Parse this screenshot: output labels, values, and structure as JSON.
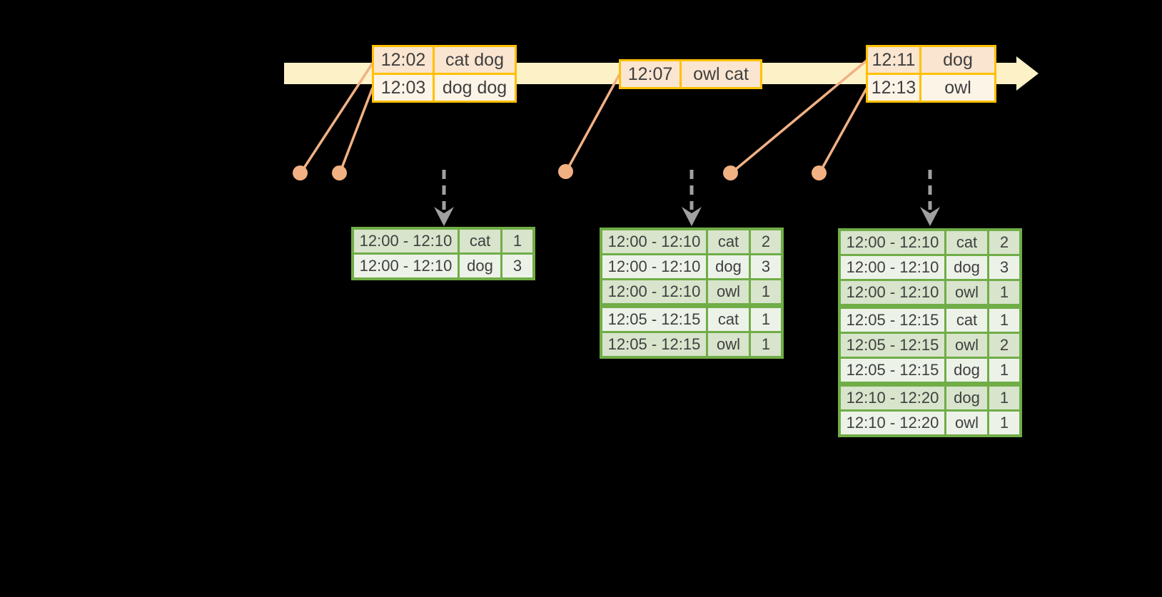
{
  "colors": {
    "background": "#000000",
    "timeline_fill": "#FDF1C8",
    "event_table_border": "#FFC000",
    "event_row_dark": "#FAE5D0",
    "event_row_light": "#FDF4E8",
    "event_marker_orange": "#F2B183",
    "result_table_border": "#70AD47",
    "result_row_dark": "#D8E4CC",
    "result_row_light": "#EDF2E9",
    "trigger_arrow_gray": "#A0A0A0",
    "text": "#3F3F3F"
  },
  "event_tables": [
    {
      "rows": [
        {
          "time": "12:02",
          "words": "cat dog"
        },
        {
          "time": "12:03",
          "words": "dog dog"
        }
      ]
    },
    {
      "rows": [
        {
          "time": "12:07",
          "words": "owl cat"
        }
      ]
    },
    {
      "rows": [
        {
          "time": "12:11",
          "words": "dog"
        },
        {
          "time": "12:13",
          "words": "owl"
        }
      ]
    }
  ],
  "result_tables": [
    {
      "rows": [
        {
          "window": "12:00 - 12:10",
          "word": "cat",
          "count": "1"
        },
        {
          "window": "12:00 - 12:10",
          "word": "dog",
          "count": "3"
        }
      ]
    },
    {
      "rows": [
        {
          "window": "12:00 - 12:10",
          "word": "cat",
          "count": "2"
        },
        {
          "window": "12:00 - 12:10",
          "word": "dog",
          "count": "3"
        },
        {
          "window": "12:00 - 12:10",
          "word": "owl",
          "count": "1"
        },
        {
          "window": "12:05 - 12:15",
          "word": "cat",
          "count": "1"
        },
        {
          "window": "12:05 - 12:15",
          "word": "owl",
          "count": "1"
        }
      ]
    },
    {
      "rows": [
        {
          "window": "12:00 - 12:10",
          "word": "cat",
          "count": "2"
        },
        {
          "window": "12:00 - 12:10",
          "word": "dog",
          "count": "3"
        },
        {
          "window": "12:00 - 12:10",
          "word": "owl",
          "count": "1"
        },
        {
          "window": "12:05 - 12:15",
          "word": "cat",
          "count": "1"
        },
        {
          "window": "12:05 - 12:15",
          "word": "owl",
          "count": "2"
        },
        {
          "window": "12:05 - 12:15",
          "word": "dog",
          "count": "1"
        },
        {
          "window": "12:10 - 12:20",
          "word": "dog",
          "count": "1"
        },
        {
          "window": "12:10 - 12:20",
          "word": "owl",
          "count": "1"
        }
      ]
    }
  ]
}
